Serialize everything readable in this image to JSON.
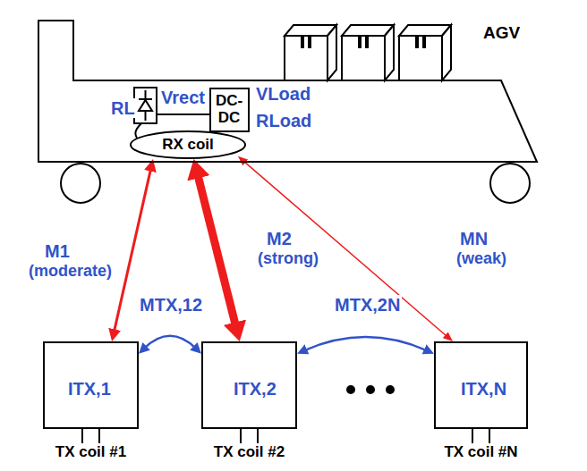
{
  "diagram": {
    "nodes": [
      {
        "text": [
          "AGV"
        ]
      },
      {
        "text": [
          "DC- DC"
        ],
        "in": 0
      },
      {
        "text": [
          "RX coil"
        ],
        "in": 0
      },
      {
        "text": [
          "ITX,1",
          "TX coil #1"
        ]
      },
      {
        "text": [
          "ITX,2",
          "TX coil #2"
        ]
      },
      {
        "text": [
          "ITX,N",
          "TX coil #N"
        ]
      }
    ],
    "edges": [
      {
        "from": 2,
        "to": 3,
        "arrow": "both",
        "label": "M1"
      },
      {
        "from": 2,
        "to": 4,
        "arrow": "both",
        "label": "M2"
      },
      {
        "from": 2,
        "to": 5,
        "arrow": "both",
        "label": "MN"
      },
      {
        "from": 3,
        "to": 4,
        "arrow": "both",
        "label": "MTX,12"
      },
      {
        "from": 4,
        "to": 5,
        "arrow": "both",
        "label": "MTX,2N"
      }
    ],
    "labels": [
      "RL",
      "Vrect",
      "VLoad",
      "RLoad",
      "(moderate)",
      "(strong)",
      "(weak)"
    ]
  }
}
